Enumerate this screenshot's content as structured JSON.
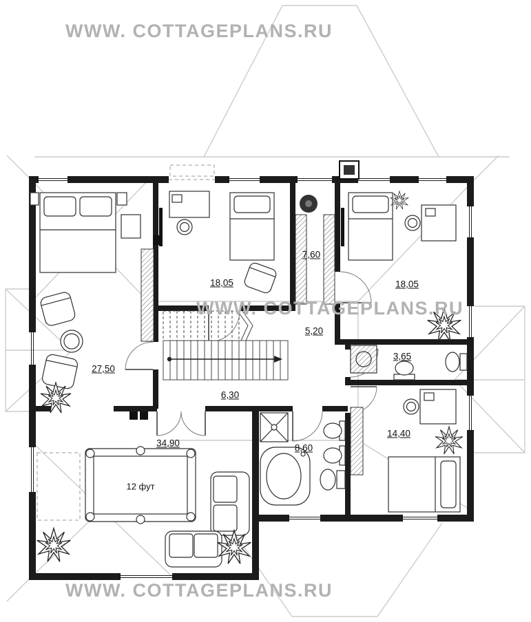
{
  "watermarks": {
    "top": "WWW. COTTAGEPLANS.RU",
    "middle": "WWW. COTTAGEPLANS.RU",
    "bottom": "WWW. COTTAGEPLANS.RU"
  },
  "colors": {
    "background": "#ffffff",
    "walls": "#1b1b1b",
    "roof_lines": "#cccccc",
    "watermark": "#b2b2b2",
    "furniture_stroke": "#2f2f2f",
    "label_text": "#111111"
  },
  "floor_plan": {
    "rooms": [
      {
        "name": "bedroom-left",
        "area": "18,05"
      },
      {
        "name": "wardrobe-hall",
        "area": "7,60"
      },
      {
        "name": "bedroom-right",
        "area": "18,05"
      },
      {
        "name": "hall",
        "area": "5,20"
      },
      {
        "name": "master-bedroom",
        "area": "27,50"
      },
      {
        "name": "bathroom-small",
        "area": "3,65"
      },
      {
        "name": "corridor",
        "area": "6,30"
      },
      {
        "name": "billiard-room",
        "area": "34,90"
      },
      {
        "name": "bathroom-large",
        "area": "8,60"
      },
      {
        "name": "bedroom-bottom-right",
        "area": "14,40"
      }
    ],
    "billiard_table": {
      "size_label": "12 фут"
    }
  }
}
